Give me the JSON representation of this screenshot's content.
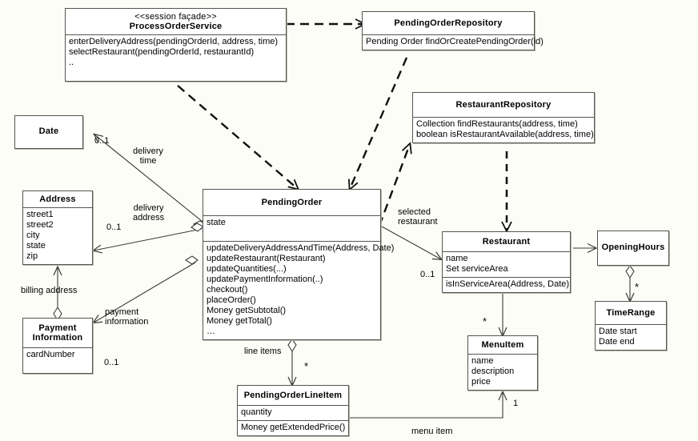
{
  "diagram": {
    "title": "Online food ordering domain model (UML class diagram)",
    "background": "#fdfdf8",
    "line_color": "#3a3a36",
    "box_border": "#55554f"
  },
  "classes": {
    "process_order_service": {
      "stereotype": "<<session façade>>",
      "name": "ProcessOrderService",
      "attributes": [],
      "operations": [
        "enterDeliveryAddress(pendingOrderId, address, time)",
        "selectRestaurant(pendingOrderId, restaurantId)",
        ".."
      ]
    },
    "pending_order_repository": {
      "name": "PendingOrderRepository",
      "attributes": [],
      "operations": [
        "Pending Order findOrCreatePendingOrder(id)"
      ]
    },
    "restaurant_repository": {
      "name": "RestaurantRepository",
      "attributes": [],
      "operations": [
        "Collection findRestaurants(address, time)",
        "boolean isRestaurantAvailable(address, time)"
      ]
    },
    "date": {
      "name": "Date",
      "attributes": [],
      "operations": []
    },
    "address": {
      "name": "Address",
      "attributes": [
        "street1",
        "street2",
        "city",
        "state",
        "zip"
      ],
      "operations": []
    },
    "payment_information": {
      "name": "Payment\nInformation",
      "name_line1": "Payment",
      "name_line2": "Information",
      "attributes": [
        "cardNumber"
      ],
      "operations": []
    },
    "pending_order": {
      "name": "PendingOrder",
      "attributes": [
        "state"
      ],
      "operations": [
        "updateDeliveryAddressAndTime(Address, Date)",
        "updateRestaurant(Restaurant)",
        "updateQuantities(...)",
        "updatePaymentInformation(..)",
        "checkout()",
        "placeOrder()",
        "Money getSubtotal()",
        "Money getTotal()",
        "…"
      ]
    },
    "restaurant": {
      "name": "Restaurant",
      "attributes": [
        "name",
        "Set serviceArea"
      ],
      "operations": [
        "isInServiceArea(Address, Date)"
      ]
    },
    "opening_hours": {
      "name": "OpeningHours",
      "attributes": [],
      "operations": []
    },
    "time_range": {
      "name": "TimeRange",
      "attributes": [
        "Date start",
        "Date end"
      ],
      "operations": []
    },
    "menu_item": {
      "name": "MenuItem",
      "attributes": [
        "name",
        "description",
        "price"
      ],
      "operations": []
    },
    "pending_order_line_item": {
      "name": "PendingOrderLineItem",
      "attributes": [
        "quantity"
      ],
      "operations": [
        "Money getExtendedPrice()"
      ]
    }
  },
  "edge_labels": {
    "delivery_time_role": "delivery\ntime",
    "delivery_time_line1": "delivery",
    "delivery_time_line2": "time",
    "delivery_time_mult": "0..1",
    "delivery_address_line1": "delivery",
    "delivery_address_line2": "address",
    "delivery_address_mult": "0..1",
    "billing_address_role": "billing address",
    "payment_information_line1": "payment",
    "payment_information_line2": "information",
    "payment_information_mult": "0..1",
    "selected_restaurant_line1": "selected",
    "selected_restaurant_line2": "restaurant",
    "selected_restaurant_mult": "0..1",
    "line_items_role": "line items",
    "line_items_mult": "*",
    "menu_items_mult": "*",
    "menu_item_role": "menu item",
    "menu_item_mult": "1",
    "time_ranges_mult": "*"
  }
}
